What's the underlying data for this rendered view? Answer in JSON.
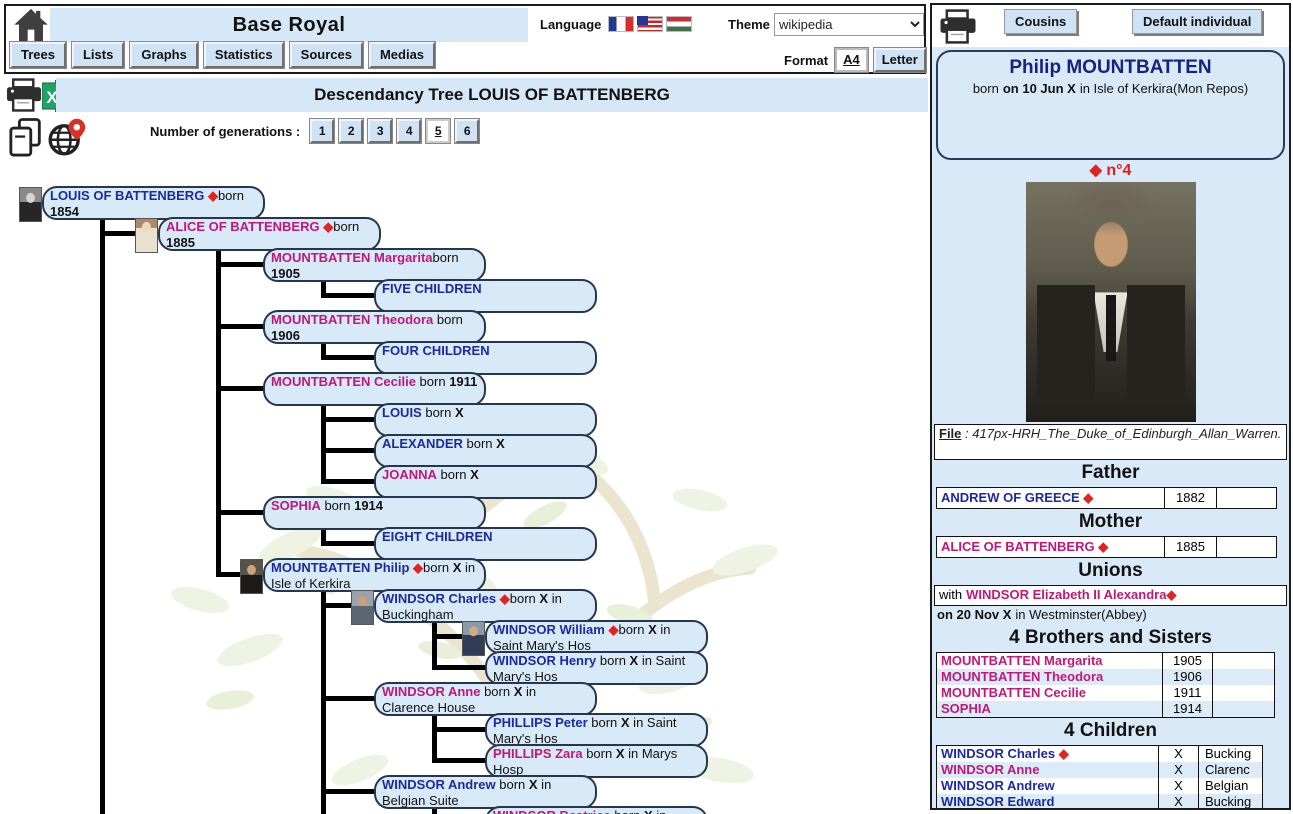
{
  "glyphs": {
    "diamond": "◆"
  },
  "colors": {
    "male_name": "#1b2aa0",
    "female_name": "#c01878",
    "diamond": "#e02424",
    "banner_blue": "#d6e8f7",
    "node_fill": "#d8e9f7",
    "stripe": "#dcebf8",
    "number_red": "#e21b1b"
  },
  "header": {
    "title": "Base Royal",
    "tabs": [
      {
        "label": "Trees"
      },
      {
        "label": "Lists"
      },
      {
        "label": "Graphs"
      },
      {
        "label": "Statistics"
      },
      {
        "label": "Sources"
      },
      {
        "label": "Medias"
      }
    ],
    "language_label": "Language",
    "theme_label": "Theme",
    "theme_value": "wikipedia",
    "format_label": "Format",
    "format_options": [
      {
        "label": "A4",
        "active": true
      },
      {
        "label": "Letter",
        "active": false
      }
    ]
  },
  "tree_section": {
    "title": "Descendancy Tree LOUIS OF BATTENBERG",
    "generations_label": "Number of generations :",
    "generations": [
      "1",
      "2",
      "3",
      "4",
      "5",
      "6"
    ],
    "selected_generation": "5"
  },
  "tree": {
    "nodes": [
      {
        "name": "LOUIS OF BATTENBERG",
        "sex": "m",
        "diamond": true,
        "photo": "louis",
        "born": "born",
        "date": "1854",
        "place": null,
        "level": 0,
        "row": 0
      },
      {
        "name": "ALICE OF BATTENBERG",
        "sex": "f",
        "diamond": true,
        "photo": "alice",
        "born": "born",
        "date": "1885",
        "place": null,
        "level": 1,
        "row": 1
      },
      {
        "name": "MOUNTBATTEN Margarita",
        "sex": "f",
        "nospace": true,
        "born": "born",
        "date": "1905",
        "place": null,
        "level": 2,
        "row": 2
      },
      {
        "name": "FIVE CHILDREN",
        "sex": "m",
        "level": 3,
        "row": 3
      },
      {
        "name": "MOUNTBATTEN Theodora",
        "sex": "f",
        "born": "born",
        "date": "1906",
        "place": null,
        "level": 2,
        "row": 4
      },
      {
        "name": "FOUR CHILDREN",
        "sex": "m",
        "level": 3,
        "row": 5
      },
      {
        "name": "MOUNTBATTEN Cecilie",
        "sex": "f",
        "born": "born",
        "date": "1911",
        "place": null,
        "level": 2,
        "row": 6
      },
      {
        "name": "LOUIS",
        "sex": "m",
        "born": "born",
        "date": "X",
        "place": null,
        "level": 3,
        "row": 7
      },
      {
        "name": "ALEXANDER",
        "sex": "m",
        "born": "born",
        "date": "X",
        "place": null,
        "level": 3,
        "row": 8
      },
      {
        "name": "JOANNA",
        "sex": "f",
        "born": "born",
        "date": "X",
        "place": null,
        "level": 3,
        "row": 9
      },
      {
        "name": "SOPHIA",
        "sex": "f",
        "born": "born",
        "date": "1914",
        "place": null,
        "level": 2,
        "row": 10
      },
      {
        "name": "EIGHT CHILDREN",
        "sex": "m",
        "level": 3,
        "row": 11
      },
      {
        "name": "MOUNTBATTEN Philip",
        "sex": "m",
        "diamond": true,
        "photo": "philip",
        "born": "born",
        "date": "X",
        "place": "Isle of Kerkira",
        "level": 2,
        "row": 12
      },
      {
        "name": "WINDSOR Charles",
        "sex": "m",
        "diamond": true,
        "photo": "charles",
        "born": "born",
        "date": "X",
        "place": "Buckingham",
        "level": 3,
        "row": 13
      },
      {
        "name": "WINDSOR William",
        "sex": "m",
        "diamond": true,
        "photo": "william",
        "born": "born",
        "date": "X",
        "place": "Saint Mary's Hos",
        "level": 4,
        "row": 14
      },
      {
        "name": "WINDSOR Henry",
        "sex": "m",
        "born": "born",
        "date": "X",
        "place": "Saint Mary's Hos",
        "level": 4,
        "row": 15
      },
      {
        "name": "WINDSOR Anne",
        "sex": "f",
        "born": "born",
        "date": "X",
        "place": "Clarence House",
        "level": 3,
        "row": 16
      },
      {
        "name": "PHILLIPS Peter",
        "sex": "m",
        "born": "born",
        "date": "X",
        "place": "Saint Mary's Hos",
        "level": 4,
        "row": 17
      },
      {
        "name": "PHILLIPS Zara",
        "sex": "f",
        "born": "born",
        "date": "X",
        "place": "Marys Hosp",
        "level": 4,
        "row": 18
      },
      {
        "name": "WINDSOR Andrew",
        "sex": "m",
        "born": "born",
        "date": "X",
        "place": "Belgian Suite",
        "level": 3,
        "row": 19
      },
      {
        "name": "WINDSOR Beatrice",
        "sex": "f",
        "born": "born",
        "date": "X",
        "place": "",
        "level": 4,
        "row": 20
      }
    ],
    "links": [
      {
        "parent": 0,
        "children": [
          1
        ],
        "extend": true
      },
      {
        "parent": 1,
        "children": [
          2,
          4,
          6,
          10,
          12
        ]
      },
      {
        "parent": 2,
        "children": [
          3
        ]
      },
      {
        "parent": 4,
        "children": [
          5
        ]
      },
      {
        "parent": 6,
        "children": [
          7,
          8,
          9
        ]
      },
      {
        "parent": 10,
        "children": [
          11
        ]
      },
      {
        "parent": 12,
        "children": [
          13,
          16,
          19
        ],
        "extend": true
      },
      {
        "parent": 13,
        "children": [
          14,
          15
        ]
      },
      {
        "parent": 16,
        "children": [
          17,
          18
        ]
      },
      {
        "parent": 19,
        "children": [
          20
        ],
        "extend": true
      }
    ]
  },
  "panel": {
    "buttons": [
      {
        "label": "Cousins"
      },
      {
        "label": "Default individual"
      }
    ],
    "person": {
      "name": "Philip MOUNTBATTEN",
      "born_pre": "born",
      "born_bold": "on 10 Jun X",
      "born_rest": "in Isle of Kerkira(Mon Repos)"
    },
    "number": "n°4",
    "file_label": "File",
    "file_sep": " : ",
    "file_value": "417px-HRH_The_Duke_of_Edinburgh_Allan_Warren.",
    "father": {
      "title": "Father",
      "rows": [
        {
          "name": "ANDREW OF GREECE",
          "sex": "m",
          "diamond": true,
          "year": "1882"
        }
      ]
    },
    "mother": {
      "title": "Mother",
      "rows": [
        {
          "name": "ALICE OF BATTENBERG",
          "sex": "f",
          "diamond": true,
          "year": "1885"
        }
      ]
    },
    "unions": {
      "title": "Unions",
      "with_label": "with",
      "spouse": "WINDSOR Elizabeth II Alexandra",
      "spouse_sex": "f",
      "diamond": true,
      "date_bold": "on 20 Nov X",
      "date_rest": "in Westminster(Abbey)"
    },
    "siblings": {
      "title": "4 Brothers and Sisters",
      "rows": [
        {
          "name": "MOUNTBATTEN Margarita",
          "sex": "f",
          "year": "1905"
        },
        {
          "name": "MOUNTBATTEN Theodora",
          "sex": "f",
          "year": "1906"
        },
        {
          "name": "MOUNTBATTEN Cecilie",
          "sex": "f",
          "year": "1911"
        },
        {
          "name": "SOPHIA",
          "sex": "f",
          "year": "1914"
        }
      ]
    },
    "children": {
      "title": "4 Children",
      "rows": [
        {
          "name": "WINDSOR Charles",
          "sex": "m",
          "diamond": true,
          "date": "X",
          "place": "Bucking"
        },
        {
          "name": "WINDSOR Anne",
          "sex": "f",
          "date": "X",
          "place": "Clarenc"
        },
        {
          "name": "WINDSOR Andrew",
          "sex": "m",
          "date": "X",
          "place": "Belgian"
        },
        {
          "name": "WINDSOR Edward",
          "sex": "m",
          "date": "X",
          "place": "Bucking"
        }
      ]
    }
  }
}
